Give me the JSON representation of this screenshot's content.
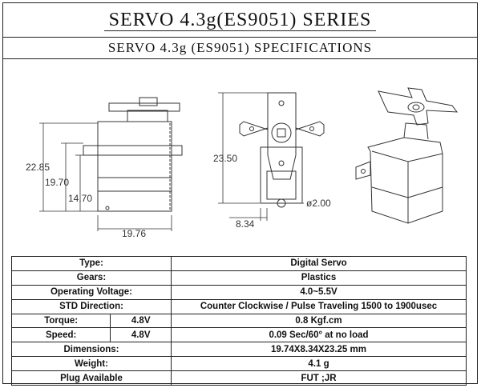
{
  "header": {
    "title": "SERVO 4.3g(ES9051) SERIES",
    "subtitle": "SERVO 4.3g (ES9051)  SPECIFICATIONS"
  },
  "drawing": {
    "dimensions": {
      "height_total": "22.85",
      "height_body": "19.70",
      "height_tab": "14.70",
      "width_body": "19.76",
      "front_height": "23.50",
      "shaft_diameter": "ø2.00",
      "front_width": "8.34"
    }
  },
  "specs": {
    "type": {
      "label": "Type:",
      "value": "Digital Servo"
    },
    "gears": {
      "label": "Gears:",
      "value": "Plastics"
    },
    "voltage": {
      "label": "Operating Voltage:",
      "value": "4.0~5.5V"
    },
    "direction": {
      "label": "STD  Direction:",
      "value": "Counter Clockwise / Pulse Traveling 1500 to 1900usec"
    },
    "torque": {
      "label": "Torque:",
      "condition": "4.8V",
      "value": "0.8 Kgf.cm"
    },
    "speed": {
      "label": "Speed:",
      "condition": "4.8V",
      "value": "0.09 Sec/60° at no load"
    },
    "dimensions": {
      "label": "Dimensions:",
      "value": "19.74X8.34X23.25 mm"
    },
    "weight": {
      "label": "Weight:",
      "value": "4.1 g"
    },
    "plug": {
      "label": "Plug   Available",
      "value": "FUT ;JR"
    }
  }
}
